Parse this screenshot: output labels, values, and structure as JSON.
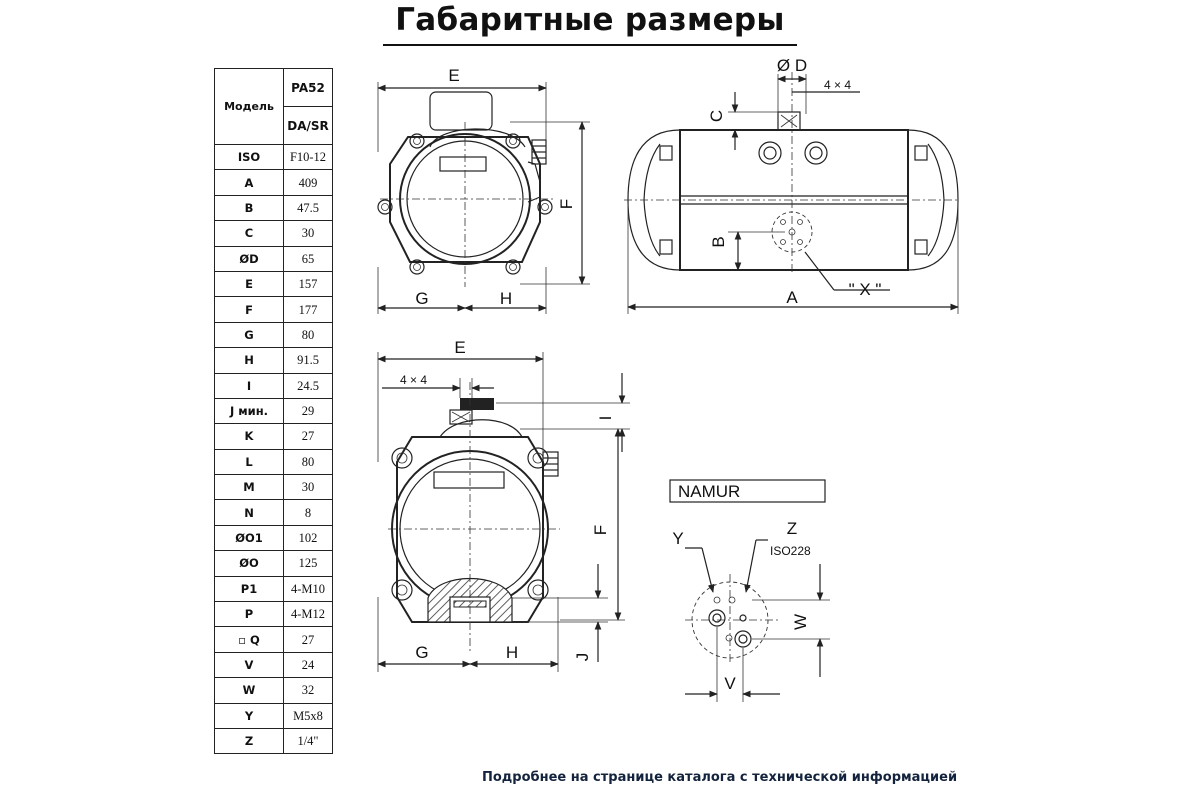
{
  "title": "Габаритные размеры",
  "footer": "Подробнее на странице каталога с технической информацией",
  "table": {
    "header_label": "Модель",
    "model": "PA52",
    "type": "DA/SR",
    "rows": [
      {
        "k": "ISO",
        "v": "F10-12"
      },
      {
        "k": "A",
        "v": "409"
      },
      {
        "k": "B",
        "v": "47.5"
      },
      {
        "k": "C",
        "v": "30"
      },
      {
        "k": "ØD",
        "v": "65"
      },
      {
        "k": "E",
        "v": "157"
      },
      {
        "k": "F",
        "v": "177"
      },
      {
        "k": "G",
        "v": "80"
      },
      {
        "k": "H",
        "v": "91.5"
      },
      {
        "k": "I",
        "v": "24.5"
      },
      {
        "k": "J мин.",
        "v": "29"
      },
      {
        "k": "K",
        "v": "27"
      },
      {
        "k": "L",
        "v": "80"
      },
      {
        "k": "M",
        "v": "30"
      },
      {
        "k": "N",
        "v": "8"
      },
      {
        "k": "ØO1",
        "v": "102"
      },
      {
        "k": "ØO",
        "v": "125"
      },
      {
        "k": "P1",
        "v": "4-M10"
      },
      {
        "k": "P",
        "v": "4-M12"
      },
      {
        "k": "▫ Q",
        "v": "27"
      },
      {
        "k": "V",
        "v": "24"
      },
      {
        "k": "W",
        "v": "32"
      },
      {
        "k": "Y",
        "v": "M5x8"
      },
      {
        "k": "Z",
        "v": "1/4\""
      }
    ]
  },
  "labels": {
    "e_top": "E",
    "f_top": "F",
    "g_top": "G",
    "h_top": "H",
    "od": "Ø D",
    "sq_top": "4 × 4",
    "c": "C",
    "b": "B",
    "a": "A",
    "x": "\" X \"",
    "e_bot": "E",
    "sq_bot": "4 × 4",
    "i": "I",
    "f_bot": "F",
    "j": "J",
    "g_bot": "G",
    "h_bot": "H",
    "namur": "NAMUR",
    "y": "Y",
    "z": "Z",
    "iso": "ISO228",
    "w": "W",
    "v": "V"
  }
}
